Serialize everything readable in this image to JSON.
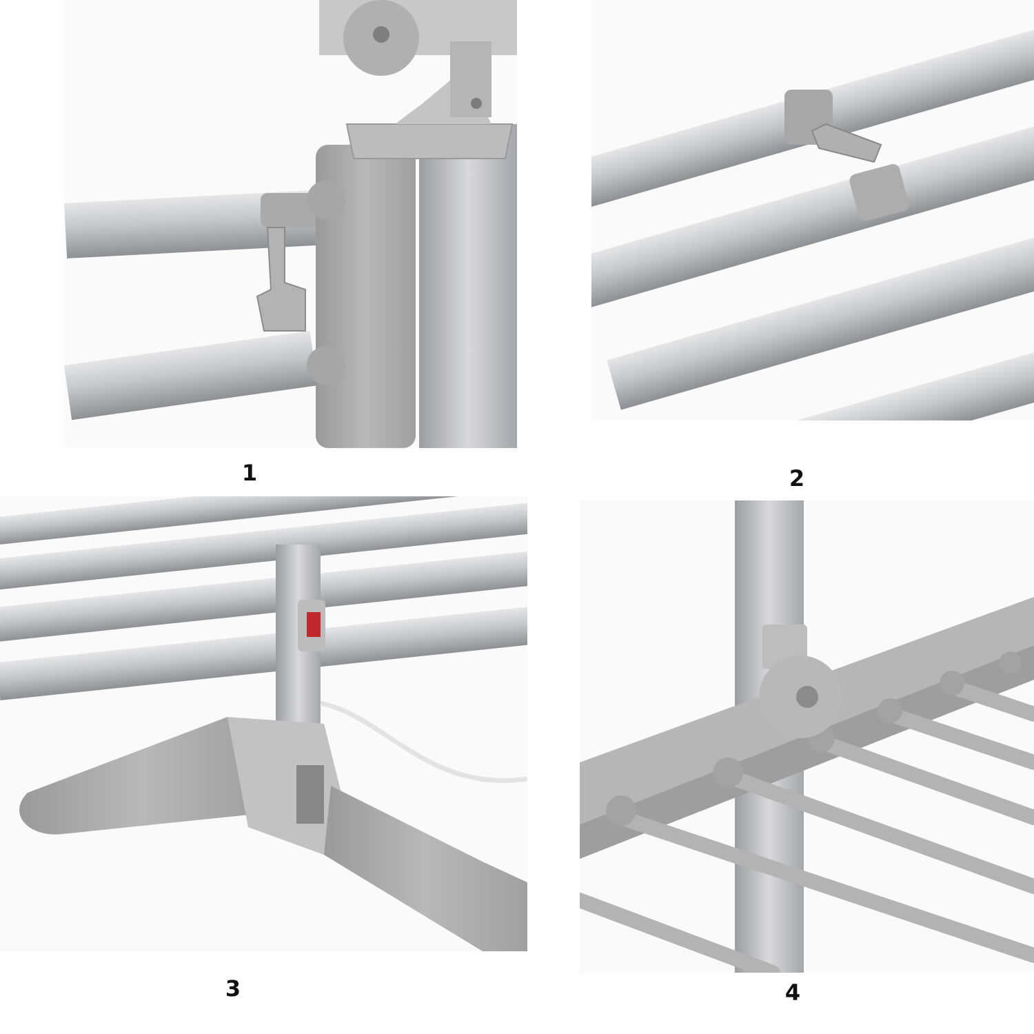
{
  "panels": [
    {
      "number": "1",
      "subject": "clothes-clip-on-upper-rails"
    },
    {
      "number": "2",
      "subject": "clip-hooks-between-rails"
    },
    {
      "number": "3",
      "subject": "foot-base-with-power-switch-and-cable"
    },
    {
      "number": "4",
      "subject": "corner-hinge-joint-with-rails"
    }
  ],
  "colors": {
    "background": "#ffffff",
    "aluminium": "#b9bcbf",
    "plastic": "#a9a9a9",
    "switch": "#c0282b",
    "label": "#111111"
  }
}
